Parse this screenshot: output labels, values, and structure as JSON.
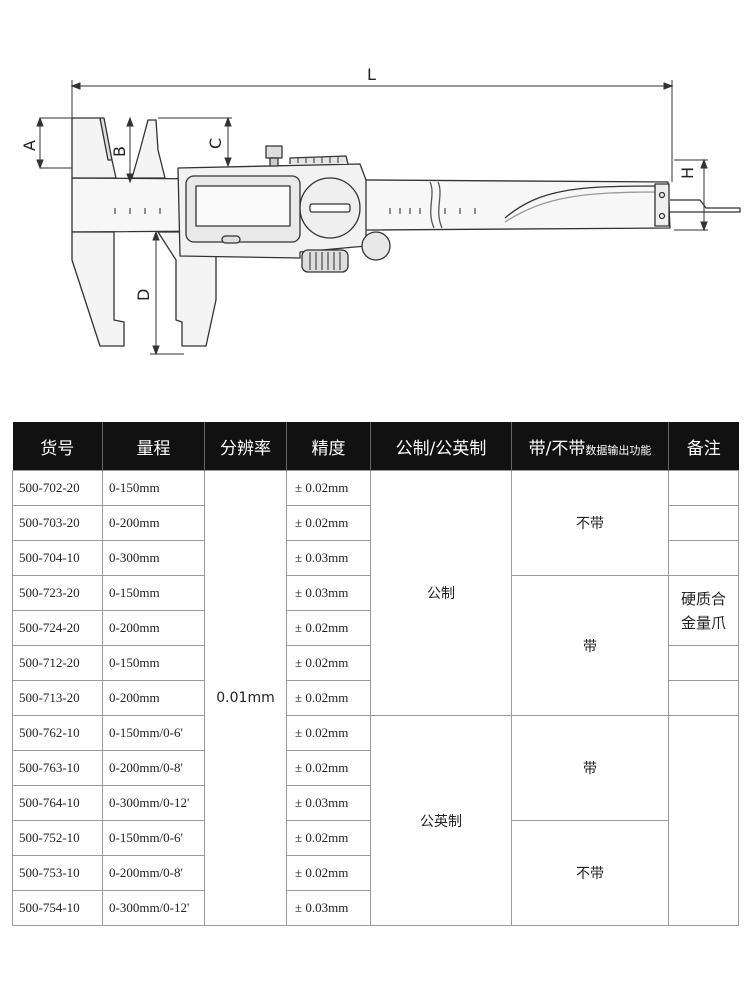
{
  "diagram": {
    "labels": {
      "L": "L",
      "A": "A",
      "B": "B",
      "C": "C",
      "D": "D",
      "H": "H"
    }
  },
  "table": {
    "headers": {
      "model": "货号",
      "range": "量程",
      "resolution": "分辨率",
      "accuracy": "精度",
      "unit": "公制/公英制",
      "output_main": "带/不带",
      "output_small": "数据输出功能",
      "remarks": "备注"
    },
    "resolution_value": "0.01mm",
    "unit_metric": "公制",
    "unit_inch_metric": "公英制",
    "output_groups": [
      "不带",
      "带",
      "带",
      "不带"
    ],
    "remark_text": "硬质合金量爪",
    "rows": [
      {
        "model": "500-702-20",
        "range": "0-150mm",
        "accuracy": "± 0.02mm"
      },
      {
        "model": "500-703-20",
        "range": "0-200mm",
        "accuracy": "± 0.02mm"
      },
      {
        "model": "500-704-10",
        "range": "0-300mm",
        "accuracy": "± 0.03mm"
      },
      {
        "model": "500-723-20",
        "range": "0-150mm",
        "accuracy": "± 0.03mm"
      },
      {
        "model": "500-724-20",
        "range": "0-200mm",
        "accuracy": "± 0.02mm"
      },
      {
        "model": "500-712-20",
        "range": "0-150mm",
        "accuracy": "± 0.02mm"
      },
      {
        "model": "500-713-20",
        "range": "0-200mm",
        "accuracy": "± 0.02mm"
      },
      {
        "model": "500-762-10",
        "range": "0-150mm/0-6'",
        "accuracy": "± 0.02mm"
      },
      {
        "model": "500-763-10",
        "range": "0-200mm/0-8'",
        "accuracy": "± 0.02mm"
      },
      {
        "model": "500-764-10",
        "range": "0-300mm/0-12'",
        "accuracy": "± 0.03mm"
      },
      {
        "model": "500-752-10",
        "range": "0-150mm/0-6'",
        "accuracy": "± 0.02mm"
      },
      {
        "model": "500-753-10",
        "range": "0-200mm/0-8'",
        "accuracy": "± 0.02mm"
      },
      {
        "model": "500-754-10",
        "range": "0-300mm/0-12'",
        "accuracy": "± 0.03mm"
      }
    ]
  }
}
